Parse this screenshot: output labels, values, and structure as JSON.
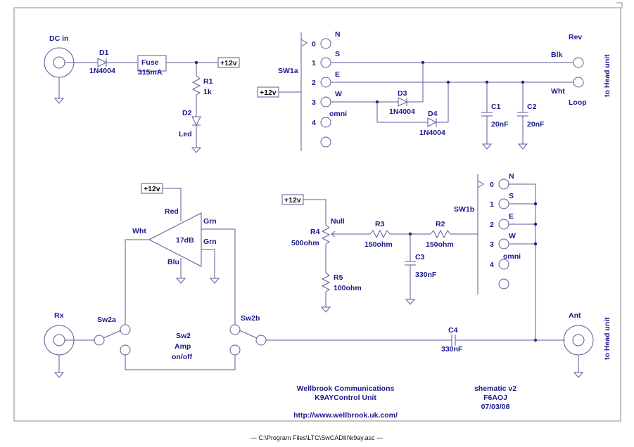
{
  "labels": {
    "dc_in": "DC in",
    "d1": "D1",
    "d1_part": "1N4004",
    "fuse": "Fuse",
    "fuse_val": "315mA",
    "plus12_a": "+12v",
    "r1": "R1",
    "r1_val": "1k",
    "d2": "D2",
    "led": "Led",
    "sw1a": "SW1a",
    "plus12_b": "+12v",
    "pos0": "0",
    "pos1": "1",
    "pos2": "2",
    "pos3": "3",
    "pos4": "4",
    "dir_n": "N",
    "dir_s": "S",
    "dir_e": "E",
    "dir_w": "W",
    "dir_omni": "omni",
    "d3": "D3",
    "d3_part": "1N4004",
    "d4": "D4",
    "d4_part": "1N4004",
    "c1": "C1",
    "c1_val": "20nF",
    "c2": "C2",
    "c2_val": "20nF",
    "rev": "Rev",
    "blk": "Blk",
    "wht": "Wht",
    "loop": "Loop",
    "to_head_1": "to Head unit",
    "plus12_c": "+12v",
    "red": "Red",
    "wht_amp": "Wht",
    "grn1": "Grn",
    "grn2": "Grn",
    "gain": "17dB",
    "blu": "Blu",
    "plus12_d": "+12v",
    "null": "Null",
    "r4": "R4",
    "r4_val": "500ohm",
    "r5": "R5",
    "r5_val": "100ohm",
    "r3": "R3",
    "r3_val": "150ohm",
    "r2": "R2",
    "r2_val": "150ohm",
    "c3": "C3",
    "c3_val": "330nF",
    "sw1b": "SW1b",
    "pos0b": "0",
    "pos1b": "1",
    "pos2b": "2",
    "pos3b": "3",
    "pos4b": "4",
    "dir_nb": "N",
    "dir_sb": "S",
    "dir_eb": "E",
    "dir_wb": "W",
    "dir_omnib": "omni",
    "rx": "Rx",
    "sw2a": "Sw2a",
    "sw2b": "Sw2b",
    "sw2": "Sw2",
    "amp": "Amp",
    "onoff": "on/off",
    "c4": "C4",
    "c4_val": "330nF",
    "ant": "Ant",
    "to_head_2": "to Head unit",
    "company": "Wellbrook Communications",
    "unit": "K9AYControl Unit",
    "url": "http://www.wellbrook.uk.com/",
    "version": "shematic v2",
    "author": "F6AOJ",
    "date": "07/03/08",
    "path": "--- C:\\Program Files\\LTC\\SwCADIII\\k9ay.asc ---"
  }
}
